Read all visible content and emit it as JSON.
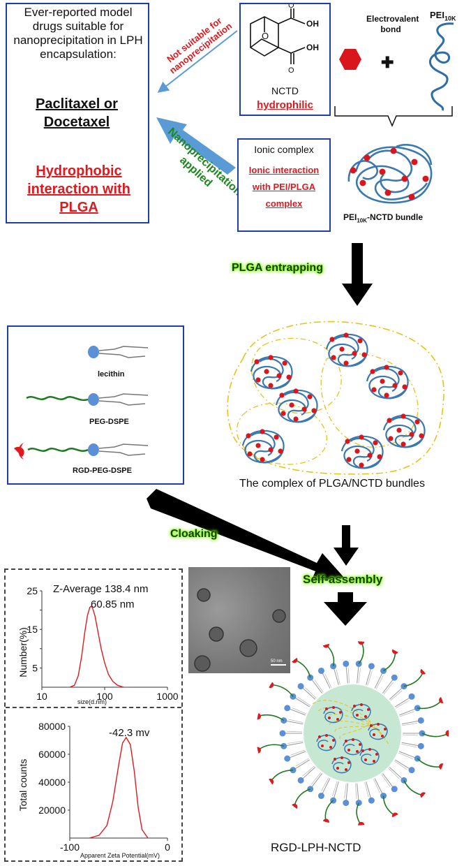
{
  "left_box": {
    "intro": "Ever-reported model drugs suitable for nanoprecipitation in LPH encapsulation:",
    "drugs": "Paclitaxel or Docetaxel",
    "interaction": "Hydrophobic interaction with PLGA"
  },
  "arrows": {
    "not_suitable": "Not suitable for nanoprecipitation",
    "applied": "Nanoprecipitation applied"
  },
  "nctd_box": {
    "name": "NCTD",
    "property": "hydrophilic",
    "oh1": "OH",
    "oh2": "OH",
    "oxygen": "O"
  },
  "bond": {
    "label": "Electrovalent bond"
  },
  "pei": {
    "label": "PEI",
    "subscript": "10K"
  },
  "ionic_box": {
    "title": "Ionic complex",
    "description": "Ionic interaction with PEI/PLGA complex"
  },
  "bundle": {
    "prefix": "PEI",
    "subscript": "10K",
    "suffix": "-NCTD bundle"
  },
  "steps": {
    "entrap": "PLGA entrapping",
    "cloak": "Cloaking",
    "assemble": "Self-assembly"
  },
  "lipids": {
    "item1": "lecithin",
    "item2": "PEG-DSPE",
    "item3": "RGD-PEG-DSPE"
  },
  "complex_caption": "The complex of PLGA/NCTD bundles",
  "tem": {
    "scalebar": "50 nm"
  },
  "final_label": "RGD-LPH-NCTD",
  "colors": {
    "box_border": "#1f3fa8",
    "red_text": "#e0191e",
    "arrow_blue": "#5b9bd5",
    "curve_red": "#e0191e",
    "core_green": "#c6e8d3",
    "lipid_head": "#5b8fd6"
  },
  "chart_data": [
    {
      "type": "line",
      "title": "Z-Average 138.4 nm",
      "annotation": "60.85 nm",
      "xlabel": "size(d.nm)",
      "ylabel": "Number(%)",
      "x_scale": "log",
      "xlim": [
        10,
        1000
      ],
      "ylim": [
        0,
        25
      ],
      "x_ticks": [
        "10",
        "100",
        "1000"
      ],
      "y_ticks": [
        "5",
        "10",
        "15",
        "20",
        "25"
      ],
      "x": [
        28,
        33,
        38,
        43,
        48,
        53,
        58,
        60.85,
        64,
        70,
        78,
        88,
        100,
        115,
        135,
        160,
        200
      ],
      "y": [
        0,
        0.5,
        3,
        8,
        14,
        18.5,
        20.7,
        21,
        20.6,
        18.5,
        14.5,
        10,
        6.3,
        3.3,
        1.5,
        0.5,
        0
      ]
    },
    {
      "type": "line",
      "annotation": "-42.3 mv",
      "xlabel": "Apparent Zeta Potential(mV)",
      "ylabel": "Total counts",
      "xlim": [
        -100,
        0
      ],
      "ylim": [
        0,
        80000
      ],
      "x_ticks": [
        "-100",
        "0"
      ],
      "y_ticks": [
        "20000",
        "40000",
        "60000",
        "80000"
      ],
      "x": [
        -80,
        -70,
        -62,
        -56,
        -50,
        -46,
        -42.3,
        -38,
        -34,
        -30,
        -26,
        -20
      ],
      "y": [
        0,
        2000,
        9000,
        26000,
        52000,
        68000,
        72000,
        67000,
        48000,
        22000,
        6000,
        0
      ]
    }
  ]
}
